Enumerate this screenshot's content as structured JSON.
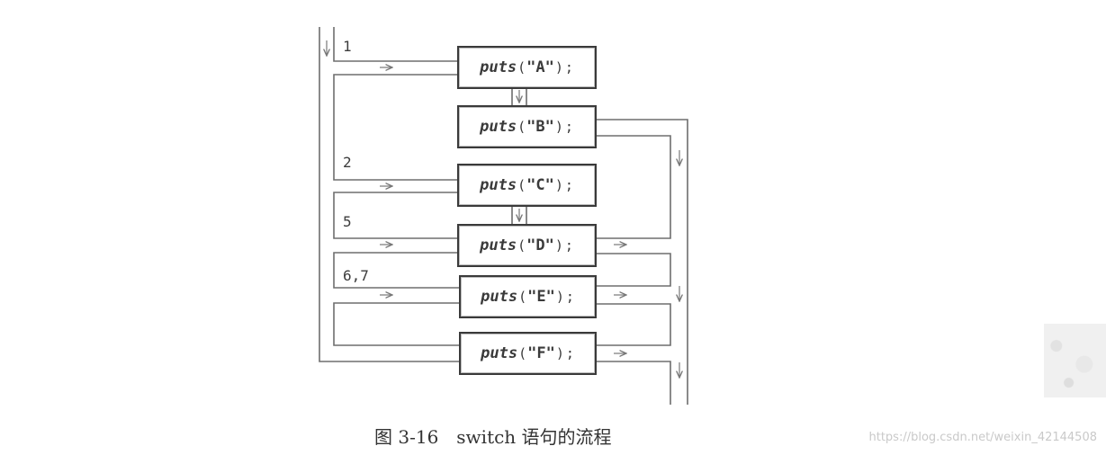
{
  "diagram": {
    "statement_prefix": "puts",
    "statements": [
      {
        "id": "A",
        "text": "\"A\""
      },
      {
        "id": "B",
        "text": "\"B\""
      },
      {
        "id": "C",
        "text": "\"C\""
      },
      {
        "id": "D",
        "text": "\"D\""
      },
      {
        "id": "E",
        "text": "\"E\""
      },
      {
        "id": "F",
        "text": "\"F\""
      }
    ],
    "case_labels": [
      "1",
      "2",
      "5",
      "6,7"
    ],
    "paren_open": "(",
    "paren_close": ")",
    "semicolon": ";"
  },
  "caption": "图 3-16　switch 语句的流程",
  "watermark": "https://blog.csdn.net/weixin_42144508"
}
